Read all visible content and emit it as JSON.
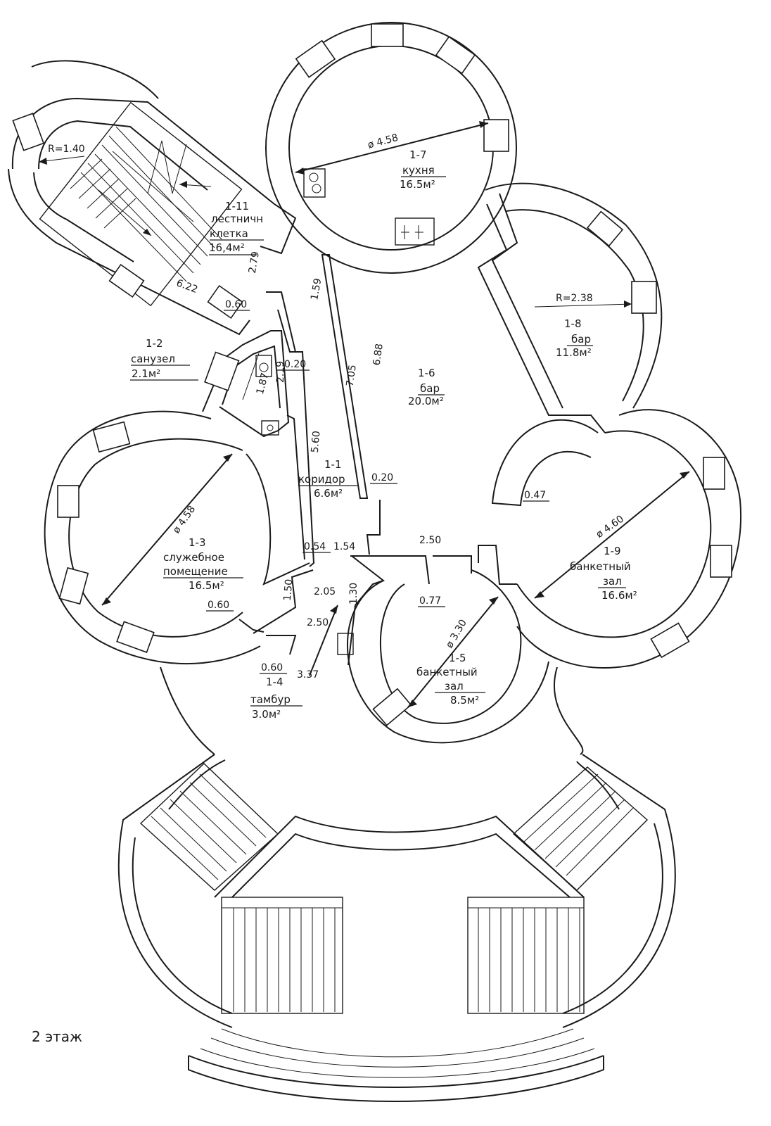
{
  "floor_label": "2 этаж",
  "rooms": [
    {
      "id": "r1-11",
      "number": "1-11",
      "name_lines": [
        "лестничн",
        "клетка"
      ],
      "area": "16,4м²"
    },
    {
      "id": "r1-7",
      "number": "1-7",
      "name_lines": [
        "кухня"
      ],
      "area": "16.5м²"
    },
    {
      "id": "r1-8",
      "number": "1-8",
      "name_lines": [
        "бар"
      ],
      "area": "11.8м²"
    },
    {
      "id": "r1-2",
      "number": "1-2",
      "name_lines": [
        "санузел"
      ],
      "area": "2.1м²"
    },
    {
      "id": "r1-6",
      "number": "1-6",
      "name_lines": [
        "бар"
      ],
      "area": "20.0м²"
    },
    {
      "id": "r1-1",
      "number": "1-1",
      "name_lines": [
        "коридор"
      ],
      "area": "6.6м²"
    },
    {
      "id": "r1-3",
      "number": "1-3",
      "name_lines": [
        "служебное",
        "помещение"
      ],
      "area": "16.5м²"
    },
    {
      "id": "r1-9",
      "number": "1-9",
      "name_lines": [
        "банкетный",
        "зал"
      ],
      "area": "16.6м²"
    },
    {
      "id": "r1-5",
      "number": "1-5",
      "name_lines": [
        "банкетный",
        "зал"
      ],
      "area": "8.5м²"
    },
    {
      "id": "r1-4",
      "number": "1-4",
      "name_lines": [
        "тамбур"
      ],
      "area": "3.0м²"
    }
  ],
  "dimensions": [
    {
      "id": "d-r140",
      "text": "R=1.40"
    },
    {
      "id": "d-d458-top",
      "text": "ø 4.58"
    },
    {
      "id": "d-279",
      "text": "2.79"
    },
    {
      "id": "d-622",
      "text": "6.22"
    },
    {
      "id": "d-060-a",
      "text": "0.60"
    },
    {
      "id": "d-159",
      "text": "1.59"
    },
    {
      "id": "d-r238",
      "text": "R=2.38"
    },
    {
      "id": "d-020-a",
      "text": "0.20"
    },
    {
      "id": "d-187",
      "text": "1.87"
    },
    {
      "id": "d-219",
      "text": "2.19"
    },
    {
      "id": "d-705",
      "text": "7.05"
    },
    {
      "id": "d-688",
      "text": "6.88"
    },
    {
      "id": "d-560",
      "text": "5.60"
    },
    {
      "id": "d-020-b",
      "text": "0.20"
    },
    {
      "id": "d-047",
      "text": "0.47"
    },
    {
      "id": "d-d458-left",
      "text": "ø 4.58"
    },
    {
      "id": "d-d460",
      "text": "ø 4.60"
    },
    {
      "id": "d-054",
      "text": "0.54"
    },
    {
      "id": "d-154",
      "text": "1.54"
    },
    {
      "id": "d-250-a",
      "text": "2.50"
    },
    {
      "id": "d-205",
      "text": "2.05"
    },
    {
      "id": "d-150",
      "text": "1.50"
    },
    {
      "id": "d-130",
      "text": "1.30"
    },
    {
      "id": "d-077",
      "text": "0.77"
    },
    {
      "id": "d-060-b",
      "text": "0.60"
    },
    {
      "id": "d-250-b",
      "text": "2.50"
    },
    {
      "id": "d-060-c",
      "text": "0.60"
    },
    {
      "id": "d-337",
      "text": "3.37"
    },
    {
      "id": "d-d330",
      "text": "ø 3.30"
    }
  ]
}
